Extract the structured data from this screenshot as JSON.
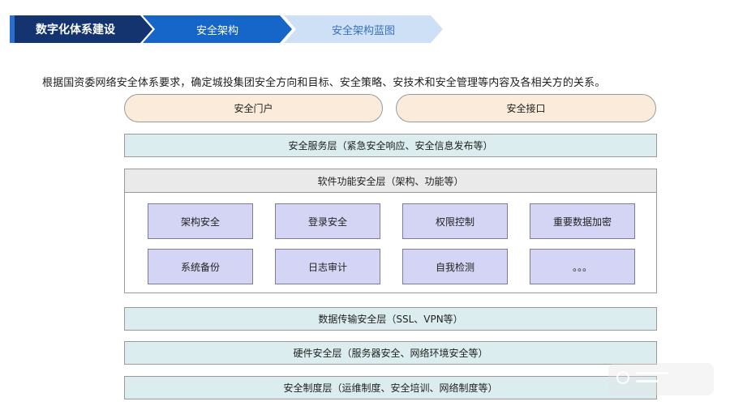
{
  "breadcrumb": {
    "items": [
      {
        "label": "数字化体系建设"
      },
      {
        "label": "安全架构"
      },
      {
        "label": "安全架构蓝图"
      }
    ],
    "colors": {
      "active_dark": "#13346e",
      "active": "#1665c8",
      "inactive": "#cde0f6"
    }
  },
  "description": "根据国资委网络安全体系要求，确定城投集团安全方向和目标、安全策略、安技术和安全管理等内容及各相关方的关系。",
  "diagram": {
    "top_entries": {
      "portal": "安全门户",
      "interface": "安全接口"
    },
    "service_layer": "安全服务层（紧急安全响应、安全信息发布等）",
    "software_layer": {
      "title": "软件功能安全层（架构、功能等）",
      "modules": [
        "架构安全",
        "登录安全",
        "权限控制",
        "重要数据加密",
        "系统备份",
        "日志审计",
        "自我检测",
        "。。。"
      ]
    },
    "data_layer": "数据传输安全层（SSL、VPN等）",
    "hardware_layer": "硬件安全层（服务器安全、网络环境安全等）",
    "policy_layer": "安全制度层（运维制度、安全培训、网络制度等）",
    "colors": {
      "entry_fill": "#fbebda",
      "layer_fill": "#dcedf0",
      "module_fill": "#d4d4f4",
      "software_title_fill": "#eaeaea"
    }
  }
}
